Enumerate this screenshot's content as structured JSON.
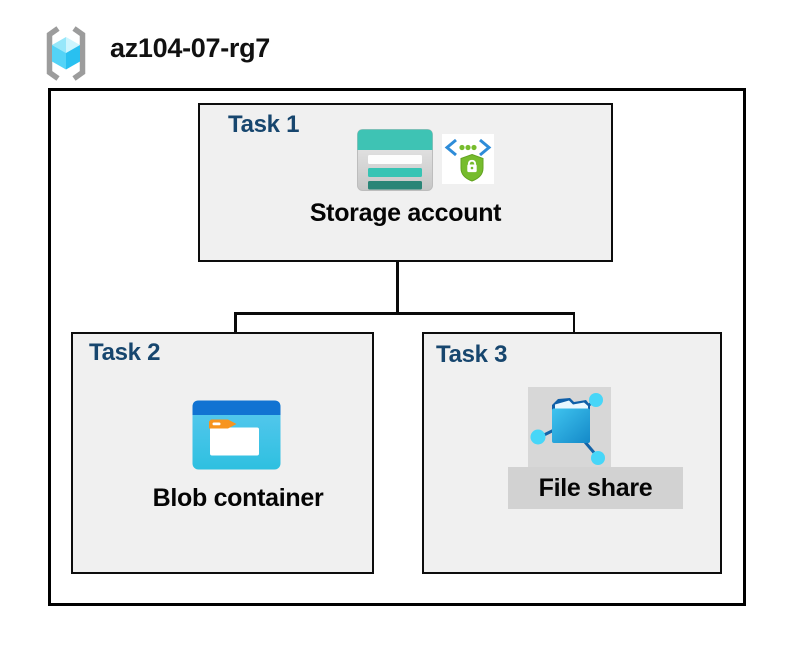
{
  "header": {
    "title": "az104-07-rg7",
    "icon": "resource-group-icon"
  },
  "tasks": [
    {
      "label": "Task 1",
      "item_label": "Storage account",
      "icons": [
        "storage-account-icon",
        "shared-access-signature-icon"
      ]
    },
    {
      "label": "Task 2",
      "item_label": "Blob container",
      "icons": [
        "blob-container-icon"
      ]
    },
    {
      "label": "Task 3",
      "item_label": "File share",
      "icons": [
        "file-share-icon"
      ]
    }
  ],
  "connections": [
    {
      "from": "Storage account",
      "to": "Blob container"
    },
    {
      "from": "Storage account",
      "to": "File share"
    }
  ],
  "colors": {
    "task_label_navy": "#17466E",
    "box_fill_gray": "#F0F0F0",
    "border_black": "#000000",
    "storage_teal": "#3EC3B4",
    "storage_teal_dark": "#2A8577",
    "blob_bar_blue": "#1173D2",
    "blob_body_cyan": "#45C4E9",
    "folder_tab_orange": "#F7941E",
    "sas_bracket_blue": "#2E8CD8",
    "sas_green": "#76BC2D",
    "fileshare_node_cyan": "#47D6F8",
    "fileshare_flap_blue": "#0F5FA8",
    "panel_gray": "#D7D7D7",
    "rg_cube_cyan": "#53D3F7",
    "rg_bracket_gray": "#9C9C9C"
  }
}
